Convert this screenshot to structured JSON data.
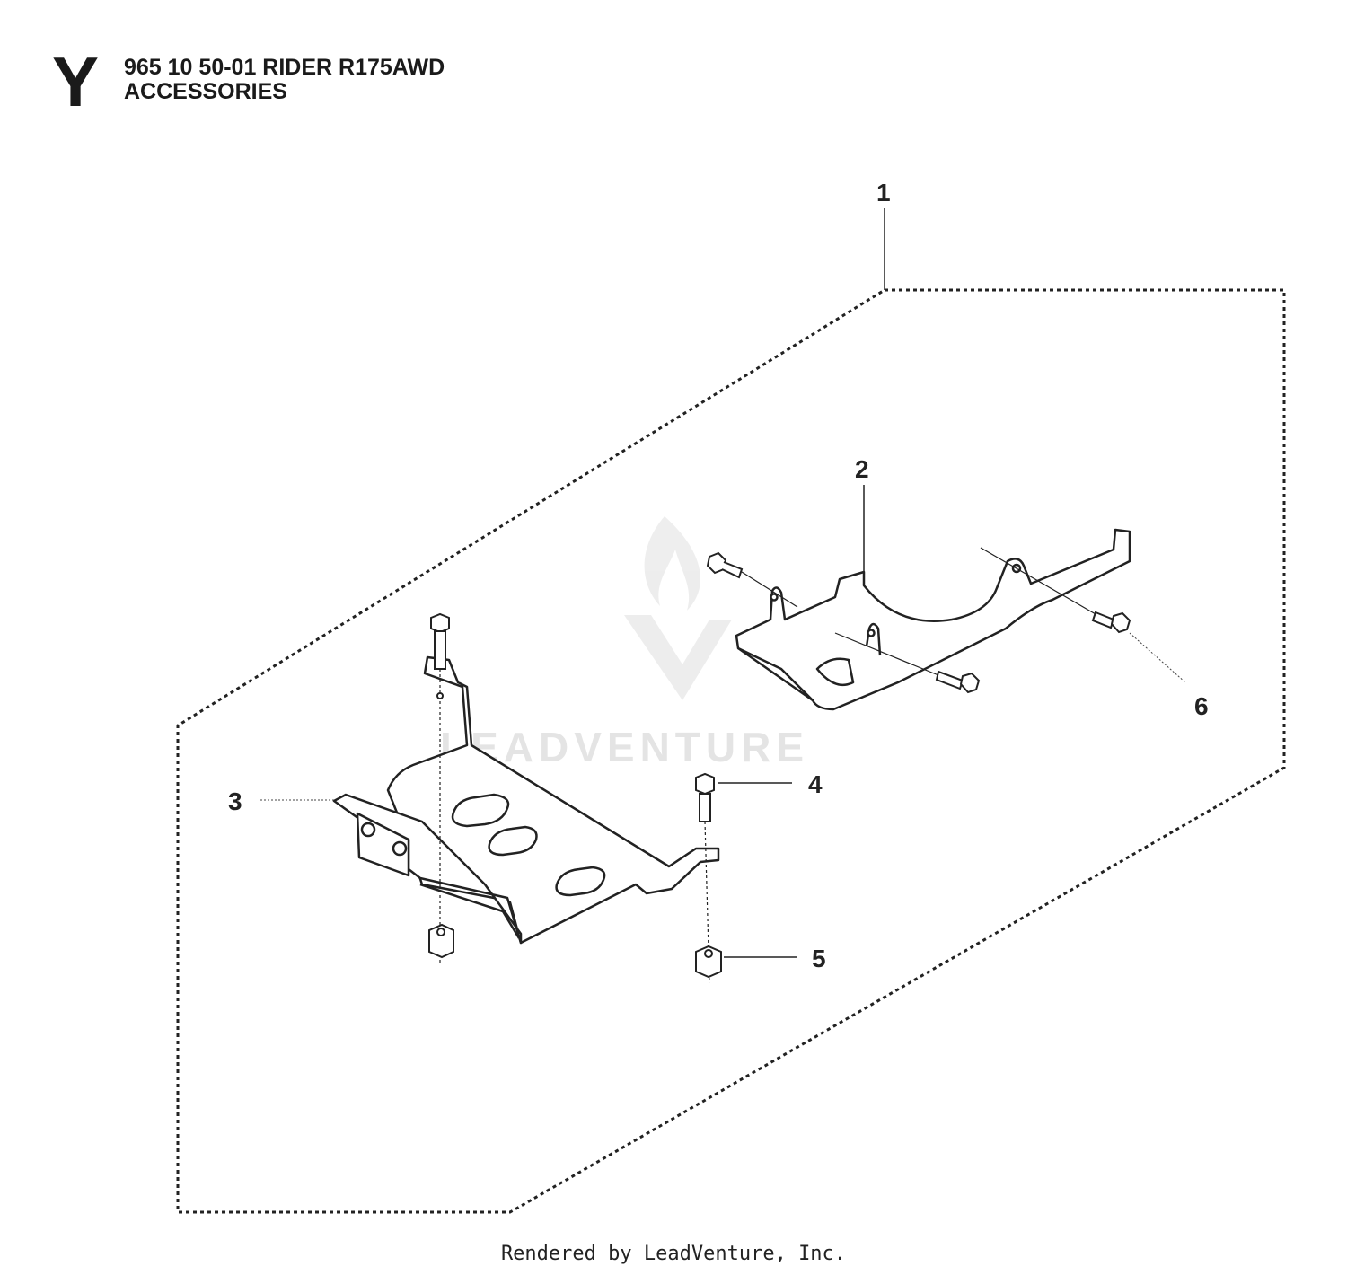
{
  "header": {
    "section_letter": "Y",
    "title_line1": "965 10 50-01 RIDER R175AWD",
    "title_line2": "ACCESSORIES"
  },
  "callouts": [
    {
      "label": "1",
      "part": "kit"
    },
    {
      "label": "2",
      "part": "rear-guard-bracket"
    },
    {
      "label": "3",
      "part": "front-skid-plate"
    },
    {
      "label": "4",
      "part": "hex-bolt"
    },
    {
      "label": "5",
      "part": "lock-nut"
    },
    {
      "label": "6",
      "part": "hex-bolt"
    }
  ],
  "watermark": {
    "text": "LEADVENTURE"
  },
  "footer": {
    "text": "Rendered by LeadVenture, Inc."
  }
}
